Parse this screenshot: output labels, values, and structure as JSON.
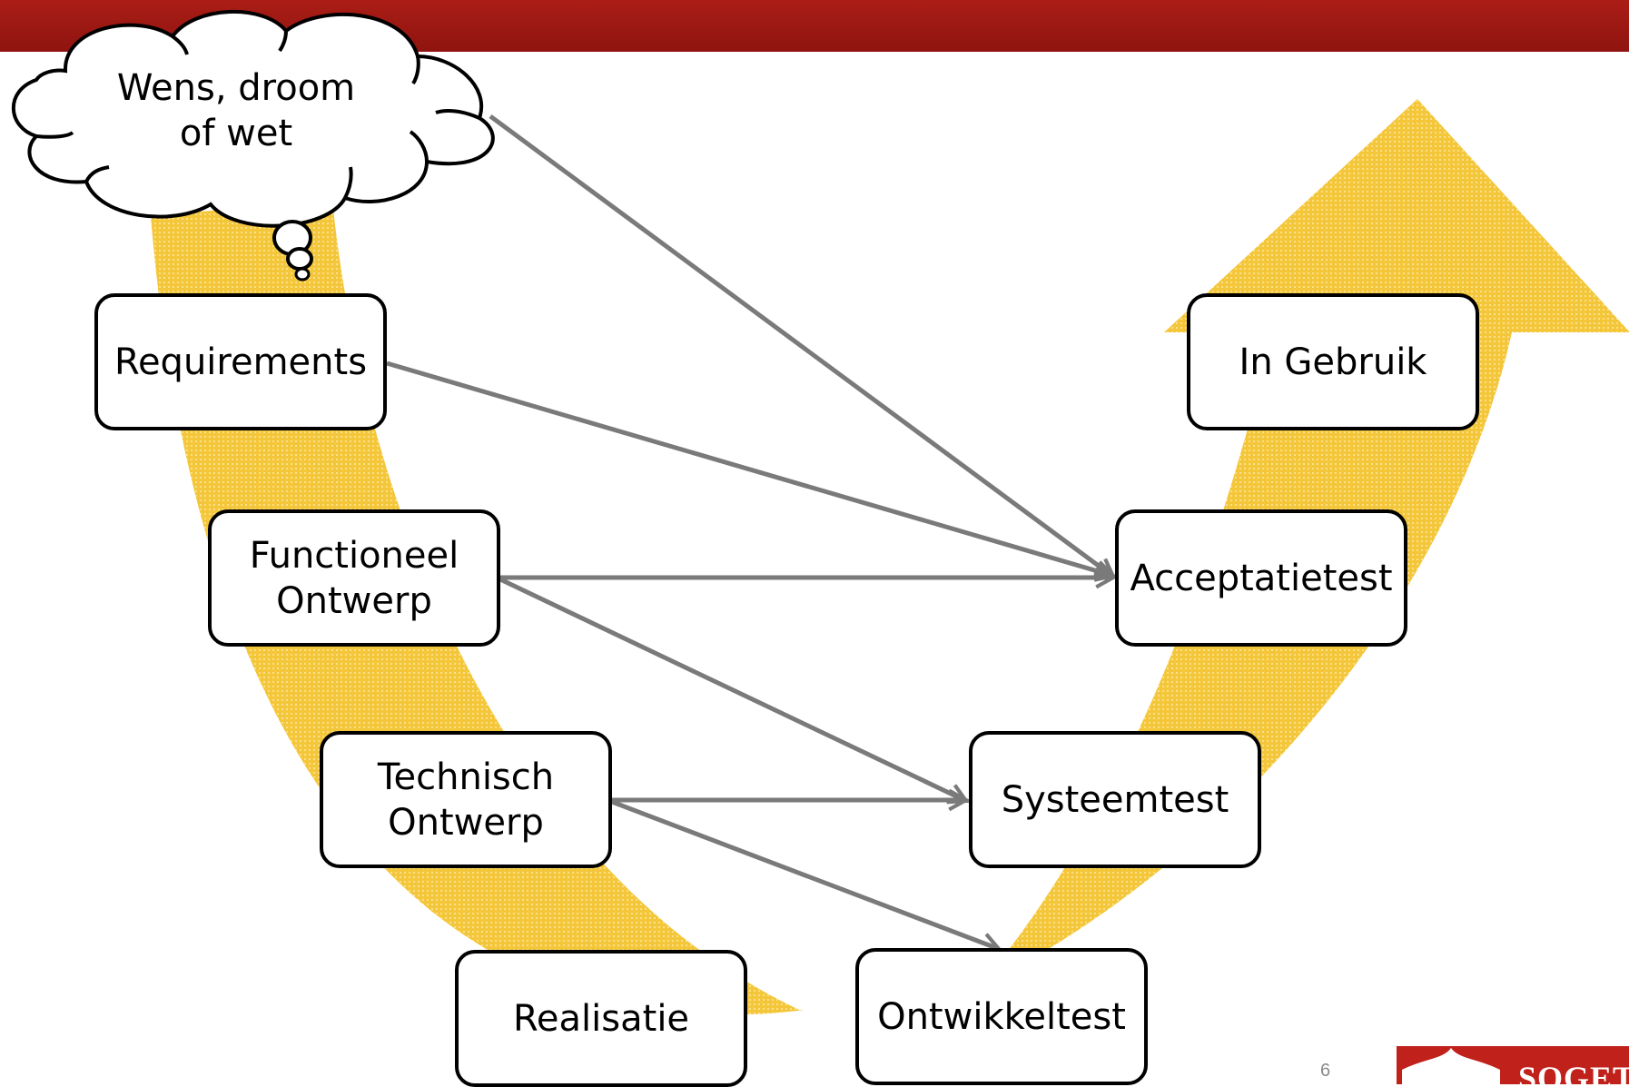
{
  "colors": {
    "header_bar": "#9c1812",
    "arrow_band": "#f5c93e",
    "connectors": "#7a7a7a",
    "box_border": "#000000"
  },
  "cloud": {
    "text": "Wens, droom\nof wet"
  },
  "left_boxes": [
    {
      "label": "Requirements"
    },
    {
      "label": "Functioneel\nOntwerp"
    },
    {
      "label": "Technisch\nOntwerp"
    },
    {
      "label": "Realisatie"
    }
  ],
  "right_boxes": [
    {
      "label": "In Gebruik"
    },
    {
      "label": "Acceptatietest"
    },
    {
      "label": "Systeemtest"
    },
    {
      "label": "Ontwikkeltest"
    }
  ],
  "connections": [
    {
      "from": "Wens, droom of wet",
      "to": "Acceptatietest"
    },
    {
      "from": "Requirements",
      "to": "Acceptatietest"
    },
    {
      "from": "Functioneel Ontwerp",
      "to": "Acceptatietest"
    },
    {
      "from": "Functioneel Ontwerp",
      "to": "Systeemtest"
    },
    {
      "from": "Technisch Ontwerp",
      "to": "Systeemtest"
    },
    {
      "from": "Technisch Ontwerp",
      "to": "Ontwikkeltest"
    }
  ],
  "footer": {
    "page_number": "6",
    "logo_text": "SOGETI"
  }
}
